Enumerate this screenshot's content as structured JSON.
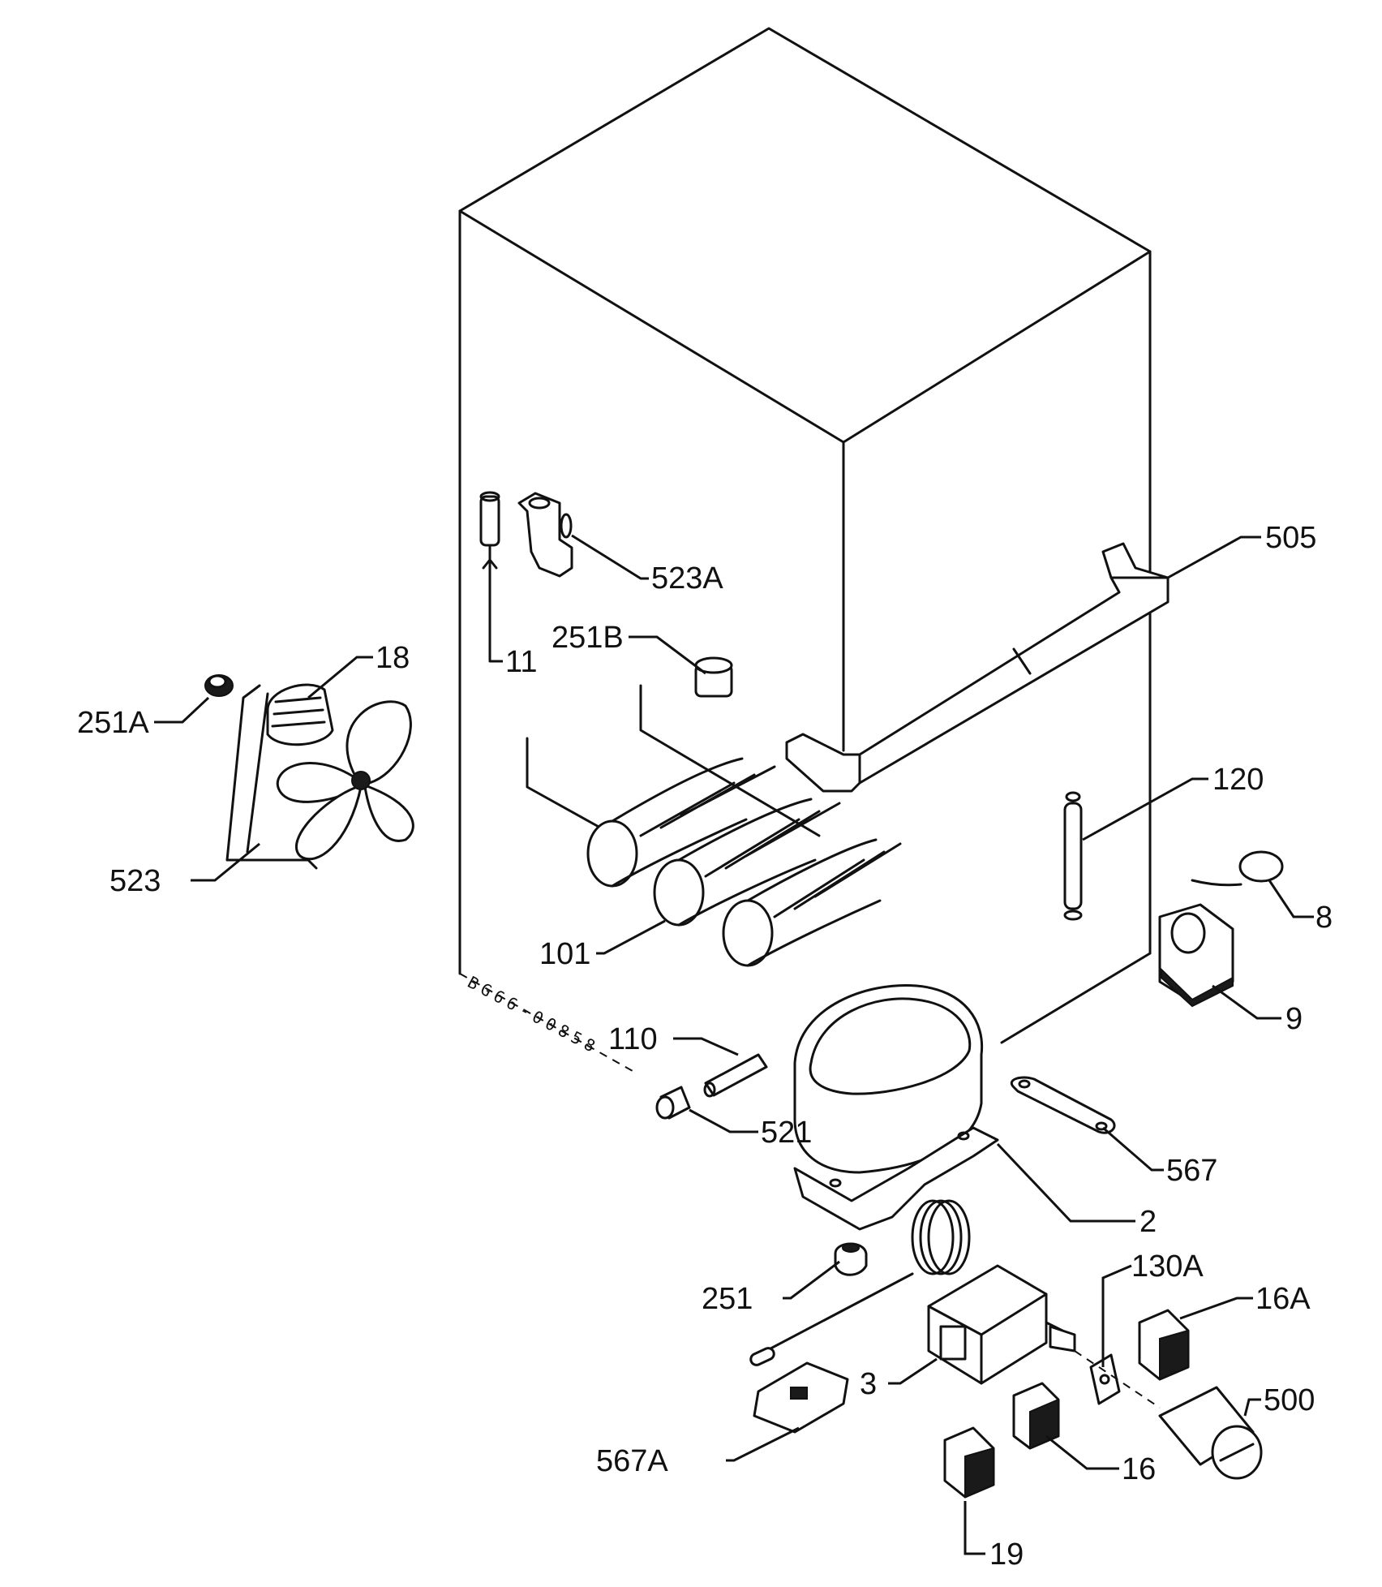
{
  "drawing_code": "BG66-00858",
  "callouts": [
    {
      "id": "c505",
      "label": "505"
    },
    {
      "id": "c523A",
      "label": "523A"
    },
    {
      "id": "c11",
      "label": "11"
    },
    {
      "id": "c251B",
      "label": "251B"
    },
    {
      "id": "c18",
      "label": "18"
    },
    {
      "id": "c251A",
      "label": "251A"
    },
    {
      "id": "c523",
      "label": "523"
    },
    {
      "id": "c101",
      "label": "101"
    },
    {
      "id": "c120",
      "label": "120"
    },
    {
      "id": "c8",
      "label": "8"
    },
    {
      "id": "c9",
      "label": "9"
    },
    {
      "id": "c110",
      "label": "110"
    },
    {
      "id": "c521",
      "label": "521"
    },
    {
      "id": "c567",
      "label": "567"
    },
    {
      "id": "c2",
      "label": "2"
    },
    {
      "id": "c130A",
      "label": "130A"
    },
    {
      "id": "c16A",
      "label": "16A"
    },
    {
      "id": "c251",
      "label": "251"
    },
    {
      "id": "c500",
      "label": "500"
    },
    {
      "id": "c3",
      "label": "3"
    },
    {
      "id": "c16",
      "label": "16"
    },
    {
      "id": "c567A",
      "label": "567A"
    },
    {
      "id": "c19",
      "label": "19"
    }
  ]
}
